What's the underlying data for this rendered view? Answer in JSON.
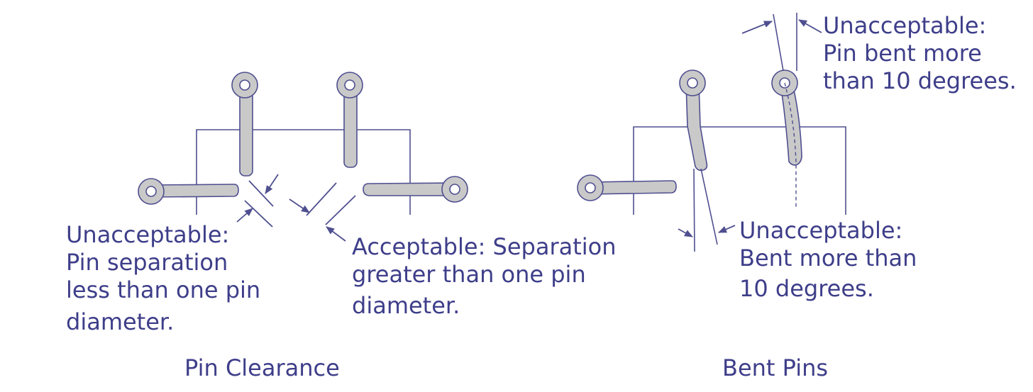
{
  "colors": {
    "ink": "#3e3e8a",
    "line": "#4f4f90",
    "pin_fill": "#c9c9c9",
    "background": "#ffffff"
  },
  "pin_clearance": {
    "caption": "Pin Clearance",
    "unacceptable_label": [
      "Unacceptable:",
      "Pin separation",
      "less than one pin",
      "diameter."
    ],
    "acceptable_label": [
      "Acceptable: Separation",
      "greater than one pin",
      "diameter."
    ]
  },
  "bent_pins": {
    "caption": "Bent Pins",
    "top_label": [
      "Unacceptable:",
      "Pin bent more",
      "than 10 degrees."
    ],
    "bottom_label": [
      "Unacceptable:",
      "Bent more than",
      "10 degrees."
    ]
  }
}
